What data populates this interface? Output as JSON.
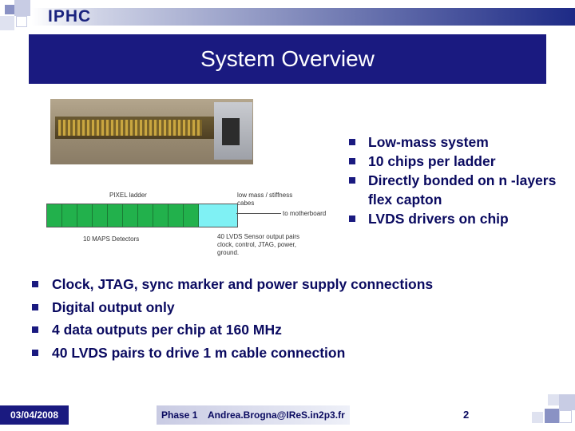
{
  "header": {
    "brand": "IPHC"
  },
  "title": "System Overview",
  "figure": {
    "ladder_label": "PIXEL ladder",
    "cables_label": "low mass / stiffness\ncabes",
    "motherboard_label": "to motherboard",
    "detectors_label": "10 MAPS Detectors",
    "lvds_label": "40 LVDS Sensor output pairs\nclock, control, JTAG, power,\nground."
  },
  "bullets_right": [
    "Low-mass system",
    "10 chips per ladder",
    "Directly bonded on n -layers flex capton",
    "LVDS drivers on chip"
  ],
  "bullets_bottom": [
    "Clock, JTAG, sync marker and power supply connections",
    "Digital output only",
    "4 data outputs per chip at 160 MHz",
    "40 LVDS pairs to drive 1 m cable connection"
  ],
  "footer": {
    "date": "03/04/2008",
    "phase": "Phase 1",
    "email": "Andrea.Brogna@IReS.in2p3.fr",
    "page": "2"
  },
  "colors": {
    "primary": "#1a1a80",
    "text": "#0a0a60",
    "chip": "#22b14c",
    "cable": "#7ff1f4"
  }
}
